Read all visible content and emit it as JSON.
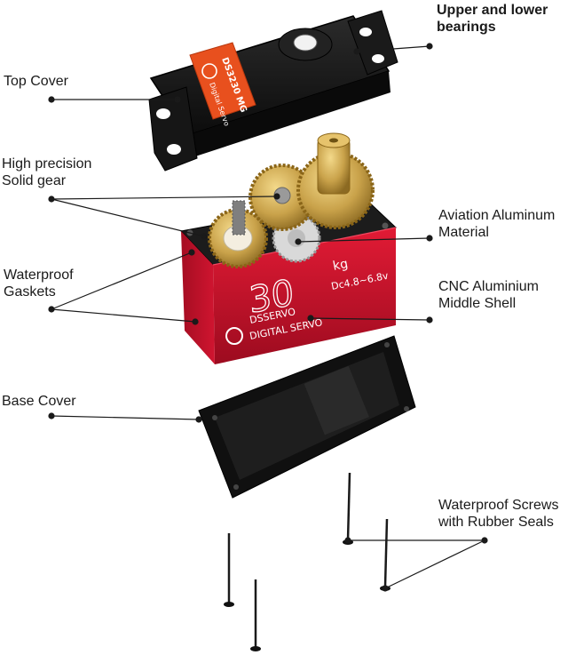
{
  "labels": {
    "bearings": "Upper and lower\nbearings",
    "top_cover": "Top Cover",
    "gear": "High precision\nSolid gear",
    "aluminum": "Aviation Aluminum\nMaterial",
    "gaskets": "Waterproof\nGaskets",
    "middle_shell": "CNC Aluminium\nMiddle Shell",
    "base_cover": "Base Cover",
    "screws": "Waterproof Screws\nwith Rubber Seals"
  },
  "product": {
    "model": "DS3230",
    "model_suffix": "MG",
    "cover_brand": "Digital\nServo",
    "torque": "30",
    "torque_unit": "kg",
    "voltage": "Dc4.8~6.8v",
    "brand": "DSSERVO",
    "type": "DIGITAL SERVO"
  },
  "colors": {
    "shell_red": "#c8102e",
    "gear_brass": "#c9a24a",
    "cover_black": "#141414",
    "label_orange": "#e8501e",
    "leader_line": "#1a1a1a"
  }
}
